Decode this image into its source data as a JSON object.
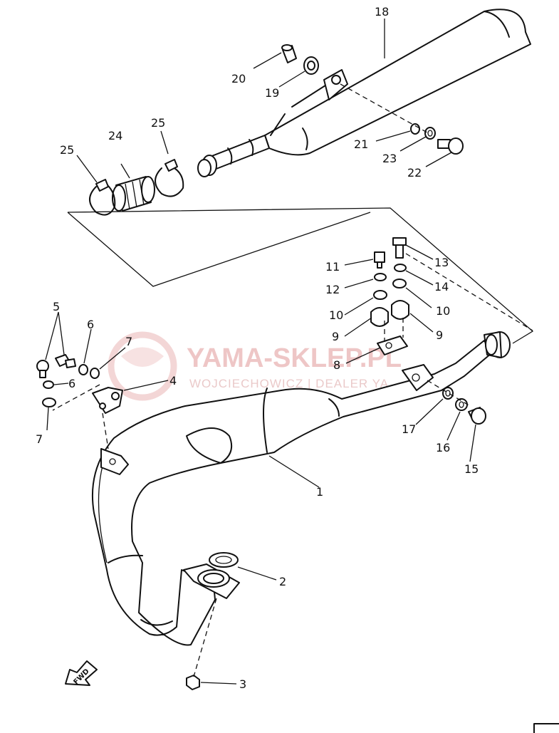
{
  "watermark": {
    "brand": "YAMA-SKLEP.PL",
    "tagline": "WOJCIECHOWICZ | DEALER YA",
    "color": "#e9b3b3"
  },
  "fwd_label": "FWD",
  "labels": {
    "p1": "1",
    "p2": "2",
    "p3": "3",
    "p4": "4",
    "p5": "5",
    "p6a": "6",
    "p6b": "6",
    "p7a": "7",
    "p7b": "7",
    "p8": "8",
    "p9a": "9",
    "p9b": "9",
    "p10a": "10",
    "p10b": "10",
    "p11": "11",
    "p12": "12",
    "p13": "13",
    "p14": "14",
    "p15": "15",
    "p16": "16",
    "p17": "17",
    "p18": "18",
    "p19": "19",
    "p20": "20",
    "p21": "21",
    "p22": "22",
    "p23": "23",
    "p24": "24",
    "p25a": "25",
    "p25b": "25"
  }
}
